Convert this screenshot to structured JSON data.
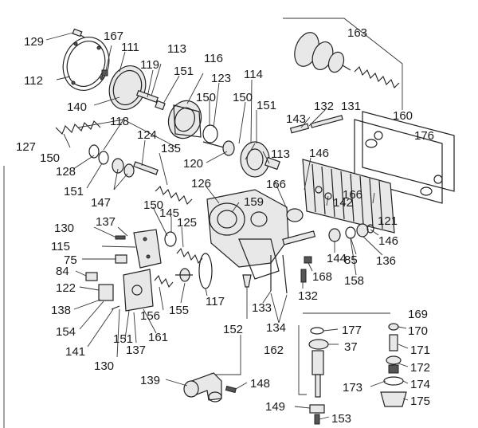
{
  "labels": {
    "l129": "129",
    "l167": "167",
    "l111": "111",
    "l113a": "113",
    "l116": "116",
    "l112": "112",
    "l119": "119",
    "l151a": "151",
    "l123": "123",
    "l114": "114",
    "l163": "163",
    "l140": "140",
    "l150a": "150",
    "l150b": "150",
    "l151b": "151",
    "l118": "118",
    "l143": "143",
    "l132a": "132",
    "l131": "131",
    "l160": "160",
    "l127": "127",
    "l124": "124",
    "l135": "135",
    "l176": "176",
    "l150c": "150",
    "l120": "120",
    "l113b": "113",
    "l128": "128",
    "l146a": "146",
    "l151c": "151",
    "l147": "147",
    "l126": "126",
    "l166a": "166",
    "l166b": "166",
    "l159": "159",
    "l142": "142",
    "l150d": "150",
    "l145": "145",
    "l130a": "130",
    "l137a": "137",
    "l125": "125",
    "l121": "121",
    "l115": "115",
    "l146b": "146",
    "l75": "75",
    "l144": "144",
    "l85": "85",
    "l136": "136",
    "l84": "84",
    "l168": "168",
    "l158": "158",
    "l122": "122",
    "l117": "117",
    "l156": "156",
    "l155": "155",
    "l132b": "132",
    "l138": "138",
    "l133": "133",
    "l169": "169",
    "l154": "154",
    "l161": "161",
    "l152": "152",
    "l134": "134",
    "l177": "177",
    "l170": "170",
    "l151d": "151",
    "l141": "141",
    "l137b": "137",
    "l162": "162",
    "l37": "37",
    "l171": "171",
    "l130b": "130",
    "l172": "172",
    "l173": "173",
    "l139": "139",
    "l148": "148",
    "l174": "174",
    "l149": "149",
    "l175": "175",
    "l153": "153"
  }
}
